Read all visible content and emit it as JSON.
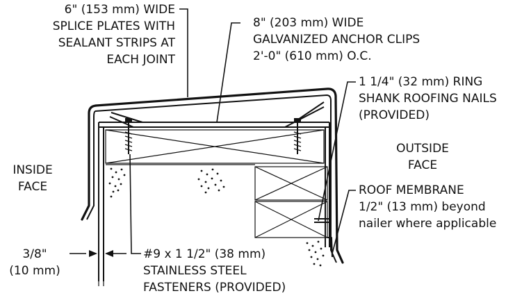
{
  "labels": {
    "splice_plates": [
      "6\" (153 mm) WIDE",
      "SPLICE PLATES WITH",
      "SEALANT STRIPS AT",
      "EACH JOINT"
    ],
    "anchor_clips": [
      "8\" (203 mm) WIDE",
      "GALVANIZED ANCHOR CLIPS",
      "2'-0\" (610 mm) O.C."
    ],
    "nails": [
      "1 1/4\" (32 mm) RING",
      "SHANK ROOFING NAILS",
      "(PROVIDED)"
    ],
    "outside_face": [
      "OUTSIDE",
      "FACE"
    ],
    "inside_face": [
      "INSIDE",
      "FACE"
    ],
    "roof_membrane": [
      "ROOF MEMBRANE",
      "1/2\" (13 mm) beyond",
      "nailer where applicable"
    ],
    "gap": [
      "3/8\"",
      "(10 mm)"
    ],
    "fasteners": [
      "#9 x 1 1/2\" (38 mm)",
      "STAINLESS STEEL",
      "FASTENERS (PROVIDED)"
    ]
  }
}
